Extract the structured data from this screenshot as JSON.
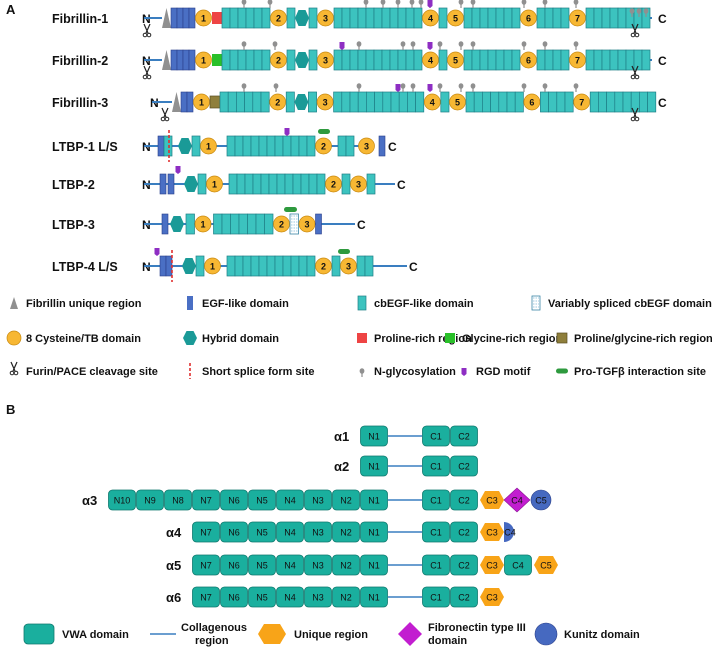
{
  "panel_labels": {
    "a": "A",
    "b": "B"
  },
  "terminal_labels": {
    "n": "N",
    "c": "C"
  },
  "colors": {
    "cb": "#3cc3bf",
    "egf": "#4a6fc4",
    "tb": "#f7b733",
    "hybrid": "#1a9a97",
    "unique": "#909090",
    "proline": "#ee4444",
    "glycine": "#2ac02a",
    "progly": "#8f7f3c",
    "rgd": "#8e2ec3",
    "tgfb": "#2e9a3e",
    "nglyc": "#909090",
    "line": "#3a7ec0",
    "vwa": "#1aaf9e",
    "vwa_stroke": "#117a6f",
    "hex": "#f8a418",
    "fn3": "#c21ed0",
    "kunitz": "#4669c0",
    "splice": "#e03030"
  },
  "panelA": {
    "proteins": [
      {
        "name": "Fibrillin-1",
        "domains": [
          "U",
          "E",
          "E",
          "E",
          "E",
          "T:1",
          "P",
          "CB",
          "CB",
          "CB",
          "CB",
          "CB",
          "CB",
          "T:2",
          "CB",
          "H",
          "CB",
          "T:3",
          "CB",
          "CB",
          "CB",
          "CB",
          "CB",
          "CB",
          "CB",
          "CB",
          "CB",
          "CB",
          "CB",
          "T:4",
          "CB",
          "T:5",
          "CB",
          "CB",
          "CB",
          "CB",
          "CB",
          "CB",
          "CB",
          "T:6",
          "CB",
          "CB",
          "CB",
          "CB",
          "T:7",
          "CB",
          "CB",
          "CB",
          "CB",
          "CB",
          "CB",
          "CB",
          "CB"
        ]
      },
      {
        "name": "Fibrillin-2",
        "domains": [
          "U",
          "E",
          "E",
          "E",
          "E",
          "T:1",
          "G",
          "CB",
          "CB",
          "CB",
          "CB",
          "CB",
          "CB",
          "T:2",
          "CB",
          "H",
          "CB",
          "T:3",
          "CB",
          "CB",
          "CB",
          "CB",
          "CB",
          "CB",
          "CB",
          "CB",
          "CB",
          "CB",
          "CB",
          "T:4",
          "CB",
          "T:5",
          "CB",
          "CB",
          "CB",
          "CB",
          "CB",
          "CB",
          "CB",
          "T:6",
          "CB",
          "CB",
          "CB",
          "CB",
          "T:7",
          "CB",
          "CB",
          "CB",
          "CB",
          "CB",
          "CB",
          "CB",
          "CB"
        ]
      },
      {
        "name": "Fibrillin-3",
        "domains": [
          "U",
          "E",
          "E",
          "T:1",
          "PG",
          "CB",
          "CB",
          "CB",
          "CB",
          "CB",
          "CB",
          "T:2",
          "CB",
          "H",
          "CB",
          "T:3",
          "CB",
          "CB",
          "CB",
          "CB",
          "CB",
          "CB",
          "CB",
          "CB",
          "CB",
          "CB",
          "CB",
          "T:4",
          "CB",
          "T:5",
          "CB",
          "CB",
          "CB",
          "CB",
          "CB",
          "CB",
          "CB",
          "T:6",
          "CB",
          "CB",
          "CB",
          "CB",
          "T:7",
          "CB",
          "CB",
          "CB",
          "CB",
          "CB",
          "CB",
          "CB",
          "CB"
        ]
      },
      {
        "name": "LTBP-1 L/S",
        "domains": [
          "E",
          "CB",
          "H",
          "CB",
          "T:1",
          "CB",
          "CB",
          "CB",
          "CB",
          "CB",
          "CB",
          "CB",
          "CB",
          "CB",
          "CB",
          "CB",
          "T:2",
          "CB",
          "CB",
          "T:3",
          "E"
        ]
      },
      {
        "name": "LTBP-2",
        "domains": [
          "E",
          "E",
          "H",
          "CB",
          "T:1",
          "CB",
          "CB",
          "CB",
          "CB",
          "CB",
          "CB",
          "CB",
          "CB",
          "CB",
          "CB",
          "CB",
          "CB",
          "T:2",
          "CB",
          "T:3",
          "CB"
        ]
      },
      {
        "name": "LTBP-3",
        "domains": [
          "E",
          "H",
          "CB",
          "T:1",
          "CB",
          "CB",
          "CB",
          "CB",
          "CB",
          "CB",
          "CB",
          "T:2",
          "V",
          "T:3",
          "E"
        ]
      },
      {
        "name": "LTBP-4 L/S",
        "domains": [
          "E",
          "E",
          "H",
          "CB",
          "T:1",
          "CB",
          "CB",
          "CB",
          "CB",
          "CB",
          "CB",
          "CB",
          "CB",
          "CB",
          "CB",
          "CB",
          "T:2",
          "CB",
          "T:3",
          "CB",
          "CB"
        ]
      }
    ],
    "legend": [
      {
        "key": "unique",
        "label": "Fibrillin unique region"
      },
      {
        "key": "egf",
        "label": "EGF-like domain"
      },
      {
        "key": "cb",
        "label": "cbEGF-like domain"
      },
      {
        "key": "variable",
        "label": "Variably spliced cbEGF domain"
      },
      {
        "key": "tb",
        "label": "8 Cysteine/TB domain"
      },
      {
        "key": "hybrid",
        "label": "Hybrid domain"
      },
      {
        "key": "proline",
        "label": "Proline-rich region"
      },
      {
        "key": "glycine",
        "label": "Glycine-rich region"
      },
      {
        "key": "progly",
        "label": "Proline/glycine-rich region"
      },
      {
        "key": "furin",
        "label": "Furin/PACE cleavage site"
      },
      {
        "key": "splice",
        "label": "Short splice form site"
      },
      {
        "key": "nglyc",
        "label": "N-glycosylation"
      },
      {
        "key": "rgd",
        "label": "RGD motif"
      },
      {
        "key": "tgfb",
        "label": "Pro-TGFβ interaction site"
      }
    ]
  },
  "panelB": {
    "chains": [
      {
        "name": "α1",
        "n": [
          "N1"
        ],
        "c": [
          "C1",
          "C2"
        ],
        "extra": []
      },
      {
        "name": "α2",
        "n": [
          "N1"
        ],
        "c": [
          "C1",
          "C2"
        ],
        "extra": []
      },
      {
        "name": "α3",
        "n": [
          "N10",
          "N9",
          "N8",
          "N7",
          "N6",
          "N5",
          "N4",
          "N3",
          "N2",
          "N1"
        ],
        "c": [
          "C1",
          "C2"
        ],
        "extra": [
          {
            "t": "hex",
            "l": "C3"
          },
          {
            "t": "dia",
            "l": "C4"
          },
          {
            "t": "circ",
            "l": "C5"
          }
        ]
      },
      {
        "name": "α4",
        "n": [
          "N7",
          "N6",
          "N5",
          "N4",
          "N3",
          "N2",
          "N1"
        ],
        "c": [
          "C1",
          "C2"
        ],
        "extra": [
          {
            "t": "hex",
            "l": "C3"
          },
          {
            "t": "half",
            "l": "C4"
          }
        ]
      },
      {
        "name": "α5",
        "n": [
          "N7",
          "N6",
          "N5",
          "N4",
          "N3",
          "N2",
          "N1"
        ],
        "c": [
          "C1",
          "C2"
        ],
        "extra": [
          {
            "t": "hex",
            "l": "C3"
          },
          {
            "t": "box",
            "l": "C4"
          },
          {
            "t": "hex",
            "l": "C5"
          }
        ]
      },
      {
        "name": "α6",
        "n": [
          "N7",
          "N6",
          "N5",
          "N4",
          "N3",
          "N2",
          "N1"
        ],
        "c": [
          "C1",
          "C2"
        ],
        "extra": [
          {
            "t": "hex",
            "l": "C3"
          }
        ]
      }
    ],
    "legend": [
      {
        "key": "vwa",
        "label": "VWA domain"
      },
      {
        "key": "coll",
        "label": "Collagenous region"
      },
      {
        "key": "hex",
        "label": "Unique region"
      },
      {
        "key": "fn3",
        "label": "Fibronectin type III domain"
      },
      {
        "key": "kunitz",
        "label": "Kunitz domain"
      }
    ]
  }
}
